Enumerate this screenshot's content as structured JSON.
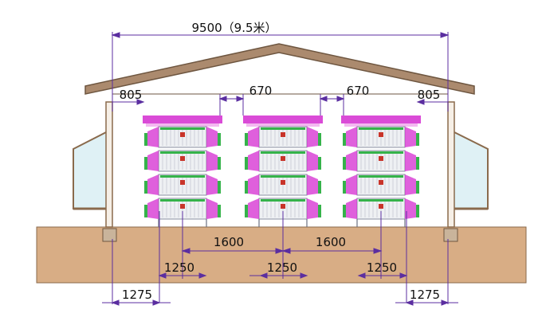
{
  "dimensions": {
    "total_width": "9500（9.5米）",
    "side_gap_left": "805",
    "aisle_gap_left": "670",
    "aisle_gap_right": "670",
    "side_gap_right": "805",
    "spacing_1600_left": "1600",
    "spacing_1600_right": "1600",
    "cage_width_1": "1250",
    "cage_width_2": "1250",
    "cage_width_3": "1250",
    "edge_left": "1275",
    "edge_right": "1275"
  },
  "colors": {
    "roof": "#ab8a6e",
    "ground": "#d8ad85",
    "post": "#c9b49b",
    "window": "#dff1f5",
    "dim_line": "#5b2ea0",
    "cage_magenta": "#d42bd0",
    "cage_green": "#35b34a",
    "cage_wire": "#8a8fa0"
  },
  "cage_tiers": 4,
  "cage_count": 3
}
